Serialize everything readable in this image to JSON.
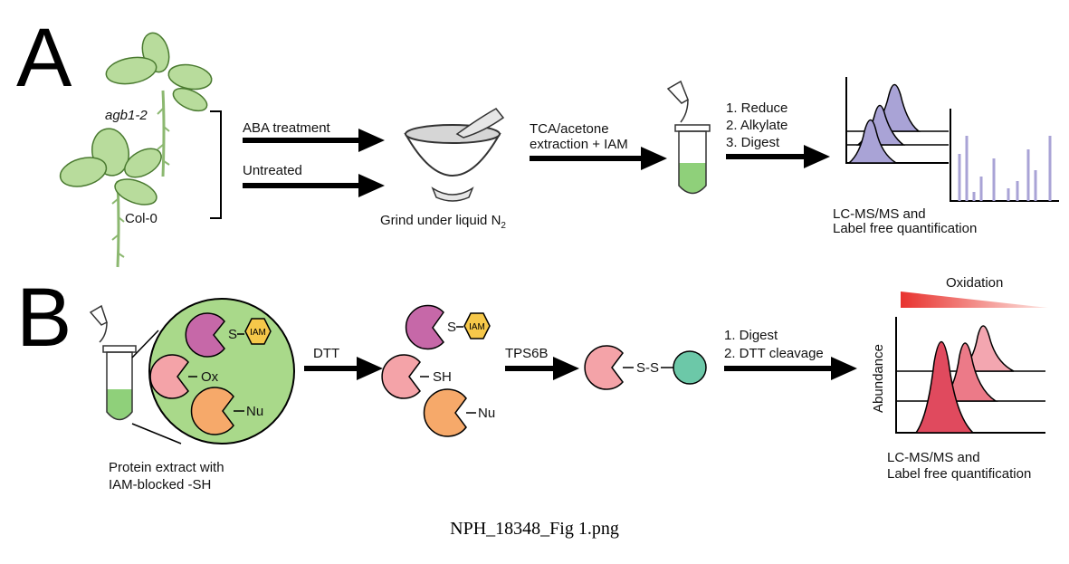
{
  "panel_a": {
    "label": "A",
    "mutant_label": "agb1-2",
    "wildtype_label": "Col-0",
    "arrow1_label": "ABA treatment",
    "arrow2_label": "Untreated",
    "grind_label": "Grind under liquid N",
    "grind_subscript": "2",
    "extraction_label_line1": "TCA/acetone",
    "extraction_label_line2": "extraction + IAM",
    "steps": [
      "1. Reduce",
      "2. Alkylate",
      "3. Digest"
    ],
    "ms_label_line1": "LC-MS/MS and",
    "ms_label_line2": "Label free quantification"
  },
  "panel_b": {
    "label": "B",
    "iam_label": "IAM",
    "s_label": "S",
    "ox_label": "Ox",
    "nu_label": "Nu",
    "sh_label": "SH",
    "extract_label_line1": "Protein extract with",
    "extract_label_line2": "IAM-blocked -SH",
    "dtt_label": "DTT",
    "tps_label": "TPS6B",
    "disulfide_label": "S-S",
    "steps": [
      "1. Digest",
      "2. DTT cleavage"
    ],
    "oxidation_label": "Oxidation",
    "abundance_label": "Abundance",
    "ms_label_line1": "LC-MS/MS and",
    "ms_label_line2": "Label free quantification"
  },
  "caption": "NPH_18348_Fig 1.png",
  "colors": {
    "leaf": "#b8dc9c",
    "leaf_stroke": "#4a7a30",
    "liquid": "#8fd07a",
    "purple_peak": "#a9a3d6",
    "purple_enzyme": "#c668a8",
    "pink_enzyme": "#f4a3a8",
    "orange_enzyme": "#f6a96a",
    "iam_hexagon": "#f6c84a",
    "teal_bead": "#6cc8a8",
    "red_peak": "#e04a5e",
    "mid_peak": "#ec7a88",
    "light_peak": "#f3a6b0",
    "circle_bg": "#a9d98a"
  }
}
